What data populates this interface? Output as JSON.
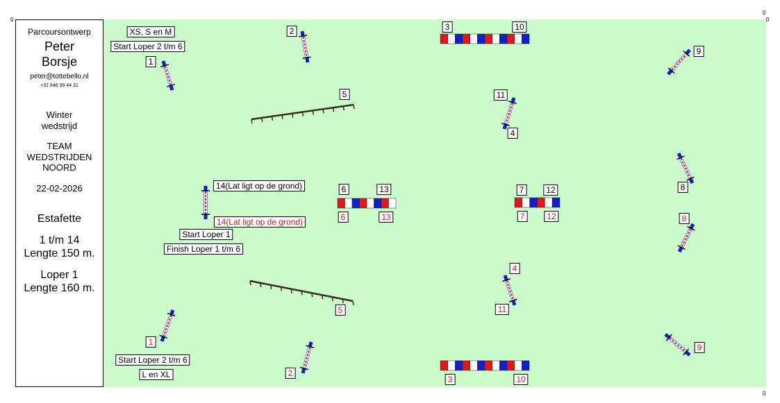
{
  "sidebar": {
    "title": "Parcoursontwerp",
    "name1": "Peter",
    "name2": "Borsje",
    "email": "peter@tottebello.nl",
    "phone": "+31 646 39 44 31",
    "event1": "Winter",
    "event2": "wedstrijd",
    "org1": "TEAM",
    "org2": "WEDSTRIJDEN",
    "org3": "NOORD",
    "date": "22-02-2026",
    "type": "Estafette",
    "course1a": "1 t/m 14",
    "course1b": "Lengte 150 m.",
    "course2a": "Loper 1",
    "course2b": "Lengte 160 m."
  },
  "axis": {
    "zero": "0"
  },
  "labels": {
    "black": [
      "XS, S en M",
      "Start Loper 2 t/m 6",
      "1",
      "2",
      "3",
      "10",
      "9",
      "5",
      "11",
      "4",
      "14(Lat ligt op de grond)",
      "6",
      "13",
      "7",
      "12",
      "8",
      "Start Loper 1",
      "Finish Loper 1 t/m 6",
      "Start Loper 2 t/m 6",
      "L en XL"
    ],
    "red": [
      "14(Lat ligt op de grond)",
      "6",
      "13",
      "7",
      "12",
      "8",
      "4",
      "5",
      "11",
      "1",
      "2",
      "3",
      "10",
      "9"
    ]
  },
  "colors": {
    "field": "#ccfccc",
    "red_label": "#d42020",
    "pole_red": "#e01818",
    "pole_blue": "#1020c8"
  }
}
